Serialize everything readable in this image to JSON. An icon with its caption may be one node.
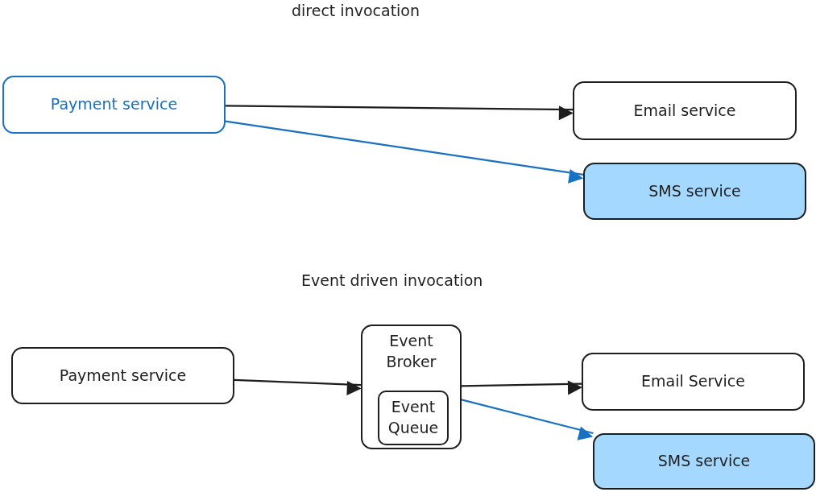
{
  "diagram": {
    "nodes": [
      {
        "text": [
          "Payment service"
        ]
      },
      {
        "text": [
          "Email service"
        ]
      },
      {
        "text": [
          "SMS service"
        ]
      },
      {
        "text": [
          "Payment service"
        ]
      },
      {
        "text": [
          "Event Broker"
        ]
      },
      {
        "text": [
          "Event Queue"
        ],
        "in": 4
      },
      {
        "text": [
          "Email Service"
        ]
      },
      {
        "text": [
          "SMS service"
        ]
      }
    ],
    "edges": [
      {
        "from": 0,
        "to": 1,
        "arrow": "to"
      },
      {
        "from": 0,
        "to": 2,
        "arrow": "to",
        "color": "#1971c2"
      },
      {
        "from": 3,
        "to": 4,
        "arrow": "to"
      },
      {
        "from": 4,
        "to": 6,
        "arrow": "to"
      },
      {
        "from": 4,
        "to": 7,
        "arrow": "to",
        "color": "#1971c2"
      }
    ],
    "labels": [
      "direct invocation",
      "Event driven invocation"
    ]
  }
}
